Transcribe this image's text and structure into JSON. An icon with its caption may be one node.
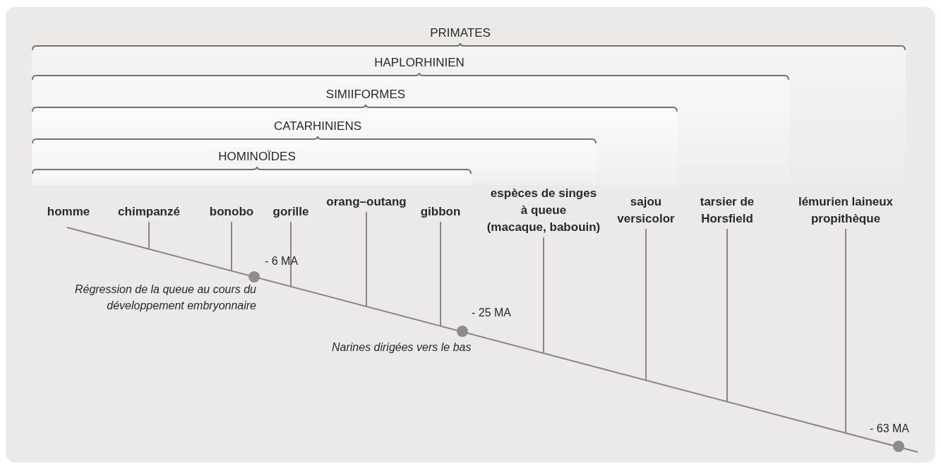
{
  "diagram": {
    "nodes": [
      {
        "text": [
          "PRIMATES"
        ]
      },
      {
        "text": [
          "HAPLORHINIEN"
        ],
        "in": 0
      },
      {
        "text": [
          "SIMIIFORMES"
        ],
        "in": 1
      },
      {
        "text": [
          "CATARHINIENS"
        ],
        "in": 2
      },
      {
        "text": [
          "HOMINOÏDES"
        ],
        "in": 3
      },
      {
        "text": [
          "homme"
        ]
      },
      {
        "text": [
          "chimpanzé"
        ]
      },
      {
        "text": [
          "bonobo"
        ]
      },
      {
        "text": [
          "gorille"
        ]
      },
      {
        "text": [
          "orang–outang"
        ]
      },
      {
        "text": [
          "gibbon"
        ]
      },
      {
        "text": [
          "espèces de singes à queue (macaque, babouin)"
        ]
      },
      {
        "text": [
          "sajou versicolor"
        ]
      },
      {
        "text": [
          "tarsier de Horsfield"
        ]
      },
      {
        "text": [
          "lémurien laineux propithèque"
        ]
      },
      {
        "text": [],
        "shape": "circle",
        "beside": [
          "- 6 MA"
        ]
      },
      {
        "text": [],
        "shape": "circle",
        "beside": [
          "- 25 MA"
        ]
      },
      {
        "text": [],
        "shape": "circle",
        "beside": [
          "- 63 MA"
        ]
      }
    ],
    "edges": [
      {
        "from": 6,
        "to": null,
        "arrow": "none"
      },
      {
        "from": 7,
        "to": null,
        "arrow": "none"
      },
      {
        "from": 8,
        "to": null,
        "arrow": "none"
      },
      {
        "from": 9,
        "to": null,
        "arrow": "none"
      },
      {
        "from": 10,
        "to": null,
        "arrow": "none"
      },
      {
        "from": 11,
        "to": null,
        "arrow": "none"
      },
      {
        "from": 12,
        "to": null,
        "arrow": "none"
      },
      {
        "from": 13,
        "to": null,
        "arrow": "none"
      },
      {
        "from": 14,
        "to": null,
        "arrow": "none"
      }
    ],
    "labels": [
      "Régression de la queue au cours du développement embryonnaire",
      "Narines dirigées vers le bas"
    ]
  }
}
